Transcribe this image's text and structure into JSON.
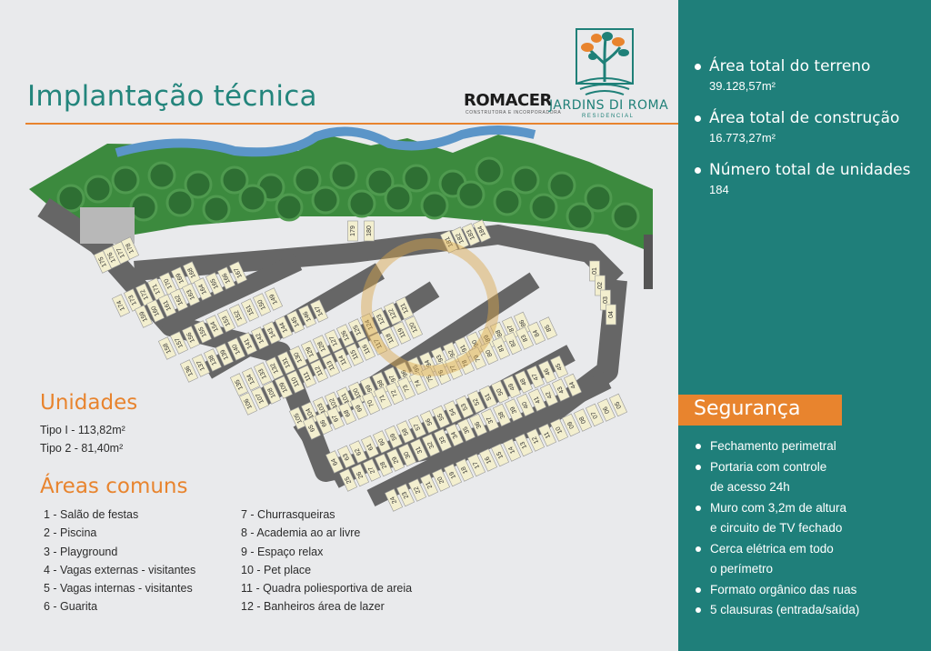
{
  "header": {
    "title": "Implantação técnica",
    "brand": "ROMACER",
    "brand_sub": "CONSTRUTORA E INCORPORADORA",
    "project": "JARDINS DI ROMA",
    "project_sub": "RESIDENCIAL"
  },
  "stats": [
    {
      "label": "Área total do terreno",
      "value": "39.128,57m²"
    },
    {
      "label": "Área total de construção",
      "value": "16.773,27m²"
    },
    {
      "label": "Número total de unidades",
      "value": "184"
    }
  ],
  "seguranca": {
    "title": "Segurança",
    "items": [
      {
        "line1": "Fechamento perimetral",
        "line2": ""
      },
      {
        "line1": "Portaria com controle",
        "line2": "de acesso 24h"
      },
      {
        "line1": "Muro com 3,2m de altura",
        "line2": "e circuito de TV fechado"
      },
      {
        "line1": "Cerca elétrica em todo",
        "line2": "o perímetro"
      },
      {
        "line1": "Formato orgânico das ruas",
        "line2": ""
      },
      {
        "line1": "5 clausuras (entrada/saída)",
        "line2": ""
      }
    ]
  },
  "unidades": {
    "title": "Unidades",
    "tipo1": "Tipo I - 113,82m²",
    "tipo2": "Tipo 2 - 81,40m²"
  },
  "areas": {
    "title": "Áreas comuns",
    "col1": [
      "1 - Salão de festas",
      "2 - Piscina",
      "3 - Playground",
      "4 - Vagas externas - visitantes",
      "5 - Vagas internas - visitantes",
      "6 - Guarita"
    ],
    "col2": [
      "7 - Churrasqueiras",
      "8 - Academia ao ar livre",
      "9 - Espaço relax",
      "10 - Pet place",
      "11 - Quadra poliesportiva de areia",
      "12 - Banheiros área de lazer"
    ]
  },
  "map": {
    "rows": [
      {
        "lots": [
          "175",
          "176",
          "177",
          "178"
        ]
      },
      {
        "lots": [
          "174",
          "173",
          "172",
          "171",
          "170",
          "169",
          "168"
        ]
      },
      {
        "lots": [
          "159",
          "160",
          "161",
          "162",
          "163",
          "164",
          "165",
          "166",
          "167"
        ]
      },
      {
        "lots": [
          "158",
          "157",
          "156",
          "155",
          "154",
          "153",
          "152",
          "151",
          "150",
          "149"
        ]
      },
      {
        "lots": [
          "136",
          "137",
          "138",
          "139",
          "140",
          "141",
          "142",
          "143",
          "144",
          "145",
          "146",
          "147"
        ]
      },
      {
        "lots": [
          "135",
          "134",
          "133",
          "132",
          "131",
          "130",
          "129",
          "128",
          "127",
          "126",
          "125",
          "124",
          "123",
          "122",
          "121"
        ]
      },
      {
        "lots": [
          "106",
          "107",
          "108",
          "109",
          "110",
          "111",
          "112",
          "113",
          "114",
          "115",
          "116",
          "117",
          "118",
          "119",
          "120"
        ]
      },
      {
        "lots": [
          "105",
          "104",
          "103",
          "102",
          "101",
          "100",
          "99",
          "98",
          "97",
          "96",
          "95",
          "94",
          "93",
          "92",
          "91",
          "90",
          "89",
          "88",
          "87",
          "86"
        ]
      },
      {
        "lots": [
          "65",
          "66",
          "67",
          "68",
          "69",
          "70",
          "71",
          "72",
          "73",
          "74",
          "75",
          "76",
          "77",
          "78",
          "79",
          "80",
          "81",
          "82",
          "83",
          "84",
          "85"
        ]
      },
      {
        "lots": [
          "64",
          "63",
          "62",
          "61",
          "60",
          "59",
          "58",
          "57",
          "56",
          "55",
          "54",
          "53",
          "52",
          "51",
          "50",
          "49",
          "48",
          "47",
          "46",
          "45"
        ]
      },
      {
        "lots": [
          "25",
          "26",
          "27",
          "28",
          "29",
          "30",
          "31",
          "32",
          "33",
          "34",
          "35",
          "36",
          "37",
          "38",
          "39",
          "40",
          "41",
          "42",
          "43",
          "44"
        ]
      },
      {
        "lots": [
          "24",
          "23",
          "22",
          "21",
          "20",
          "19",
          "18",
          "17",
          "16",
          "15",
          "14",
          "13",
          "12",
          "11",
          "10",
          "09",
          "08",
          "07",
          "06",
          "05"
        ]
      }
    ],
    "extra_a": [
      "179",
      "180"
    ],
    "extra_b": [
      "181",
      "182",
      "183",
      "184"
    ],
    "extra_c": [
      "01",
      "02",
      "03",
      "04"
    ]
  },
  "colors": {
    "teal": "#1f7f7a",
    "orange": "#e8842e",
    "title": "#23857c"
  }
}
